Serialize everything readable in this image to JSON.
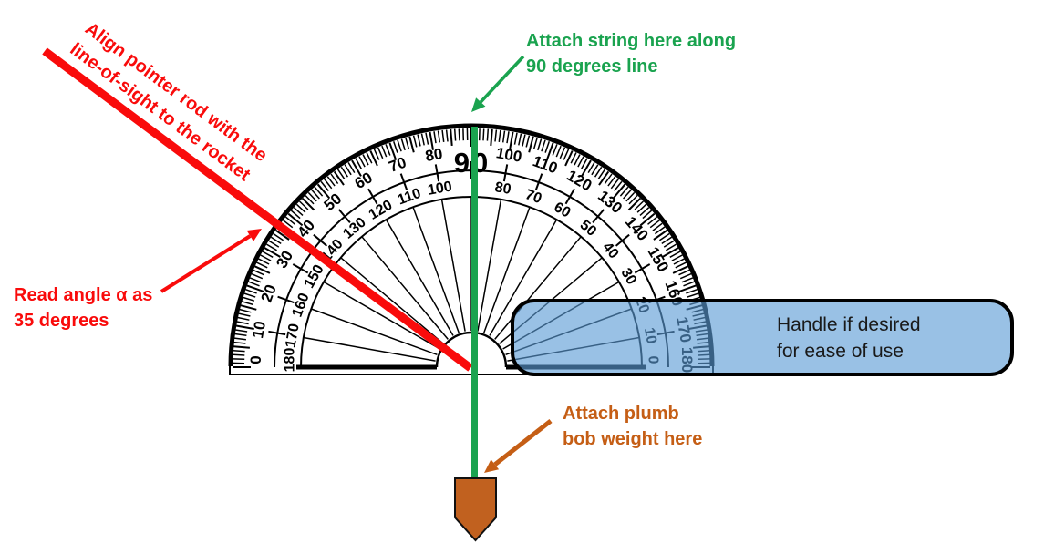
{
  "colors": {
    "red": "#F90B0B",
    "green": "#1AA34F",
    "orange": "#C55E15",
    "ink": "#1A1A1A",
    "protractor": "#000000",
    "handle_fill": "#5B9BD5",
    "handle_border": "#000000",
    "bob_fill": "#C1611F",
    "background": "#FFFFFF"
  },
  "annotations": {
    "align_pointer": {
      "text": "Align pointer rod with the\nline-of-sight to the rocket"
    },
    "attach_string": {
      "text": "Attach string here along\n90 degrees line"
    },
    "read_angle": {
      "text": "Read angle α as\n35 degrees"
    },
    "attach_plumb": {
      "text": "Attach plumb\nbob weight here"
    },
    "handle": {
      "text": "Handle if desired\nfor ease of use"
    }
  },
  "protractor": {
    "outer_scale_labels": [
      "0",
      "10",
      "20",
      "30",
      "40",
      "50",
      "60",
      "70",
      "80",
      "90",
      "100",
      "110",
      "120",
      "130",
      "140",
      "150",
      "160",
      "170",
      "180"
    ],
    "inner_scale_labels": [
      "180",
      "170",
      "160",
      "150",
      "140",
      "130",
      "120",
      "110",
      "100",
      "90",
      "80",
      "70",
      "60",
      "50",
      "40",
      "30",
      "20",
      "10",
      "0"
    ],
    "top_label": "90",
    "degree_step": 10,
    "pointer_angle_degrees": 35
  }
}
